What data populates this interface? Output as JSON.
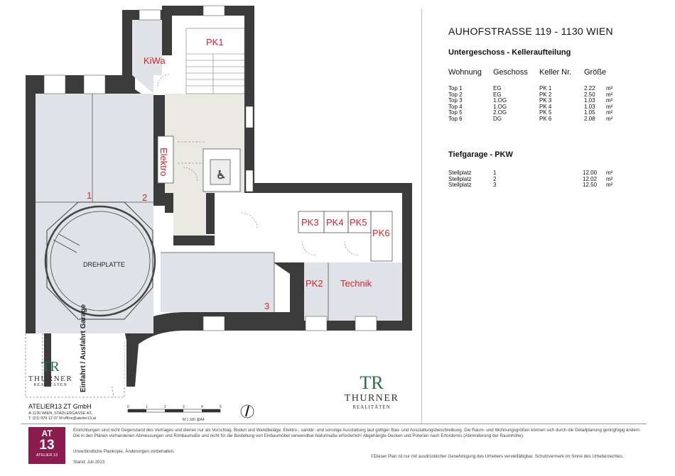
{
  "header": {
    "address": "AUHOFSTRASSE 119 - 1130 WIEN",
    "basement_title": "Untergeschoss - Kelleraufteilung",
    "col_wohnung": "Wohnung",
    "col_geschoss": "Geschoss",
    "col_keller": "Keller Nr.",
    "col_groesse": "Größe",
    "garage_title": "Tiefgarage - PKW"
  },
  "cellars": [
    {
      "top": "Top 1",
      "floor": "EG",
      "cellar": "PK 1",
      "size": "2.22",
      "unit": "m²"
    },
    {
      "top": "Top 2",
      "floor": "EG",
      "cellar": "PK 2",
      "size": "2.50",
      "unit": "m²"
    },
    {
      "top": "Top 3",
      "floor": "1.OG",
      "cellar": "PK 3",
      "size": "1.03",
      "unit": "m²"
    },
    {
      "top": "Top 4",
      "floor": "1.OG",
      "cellar": "PK 4",
      "size": "1.03",
      "unit": "m²"
    },
    {
      "top": "Top 5",
      "floor": "2.OG",
      "cellar": "PK 5",
      "size": "1.05",
      "unit": "m²"
    },
    {
      "top": "Top 6",
      "floor": "DG",
      "cellar": "PK 6",
      "size": "2.08",
      "unit": "m²"
    }
  ],
  "parking": [
    {
      "label": "Stellplatz",
      "num": "1",
      "size": "12.00",
      "unit": "m²"
    },
    {
      "label": "Stellplatz",
      "num": "2",
      "size": "12.02",
      "unit": "m²"
    },
    {
      "label": "Stellplatz",
      "num": "3",
      "size": "12.50",
      "unit": "m²"
    }
  ],
  "plan": {
    "pk1": "PK1",
    "kiwa": "KiWa",
    "elektro": "Elektro",
    "pk3": "PK3",
    "pk4": "PK4",
    "pk5": "PK5",
    "pk6": "PK6",
    "pk2": "PK2",
    "technik": "Technik",
    "drehplatte": "DREHPLATTE",
    "spot1": "1",
    "spot2": "2",
    "spot3": "3",
    "einfahrt": "Einfahrt / Ausfahrt Garage"
  },
  "brand": {
    "monogram": "TR",
    "name": "THURNER",
    "sub": "REALITÄTEN"
  },
  "atelier": {
    "name": "ATELIER13 ZT GmbH",
    "address": "A-1130 WIEN,    STADLERGASSE 4/1",
    "contact": "T: (01) 929 12 07 M:office@atelier13.at",
    "logo_top": "AT",
    "logo_num": "13",
    "logo_bottom": "ATELIER 13"
  },
  "scale": {
    "ticks": [
      "0",
      "1",
      "2",
      "3",
      "4",
      "5"
    ],
    "label": "M 1:100 @A4"
  },
  "footer": {
    "disclaimer": "Einrichtungen sind nicht Gegenstand des Vertrages und dienen nur als Vorschlag. Boden und Wandbeläge, Elektro-, sanitär- und sonstige Ausstattung laut gültiger Bau- und Ausstattungsbeschreibung. Die Raum- und Wohnungsgrößen können sich durch die Detailplanung geringfügig ändern. Die in den Plänen vorhandenen Abmessungen und Rohbaumaße und nicht für die Bestellung von Einbaumöbel verwendbar-Naturmaße erforderlich! Abgehängte Decken und Poterien nach Erfordernis (Abminderung der Raumhöhe).",
    "unverbindlich": "Unverbindliche Plankopie, Änderungen vorbehalten.",
    "stand": "Stand: Juli 2023",
    "copyright": "©Dieser Plan ist nur mit ausdrücklicher Genehmigung des Urhebers vervielfältigbar. Schutzvermerk im Sinne des Urheberrechtes."
  }
}
